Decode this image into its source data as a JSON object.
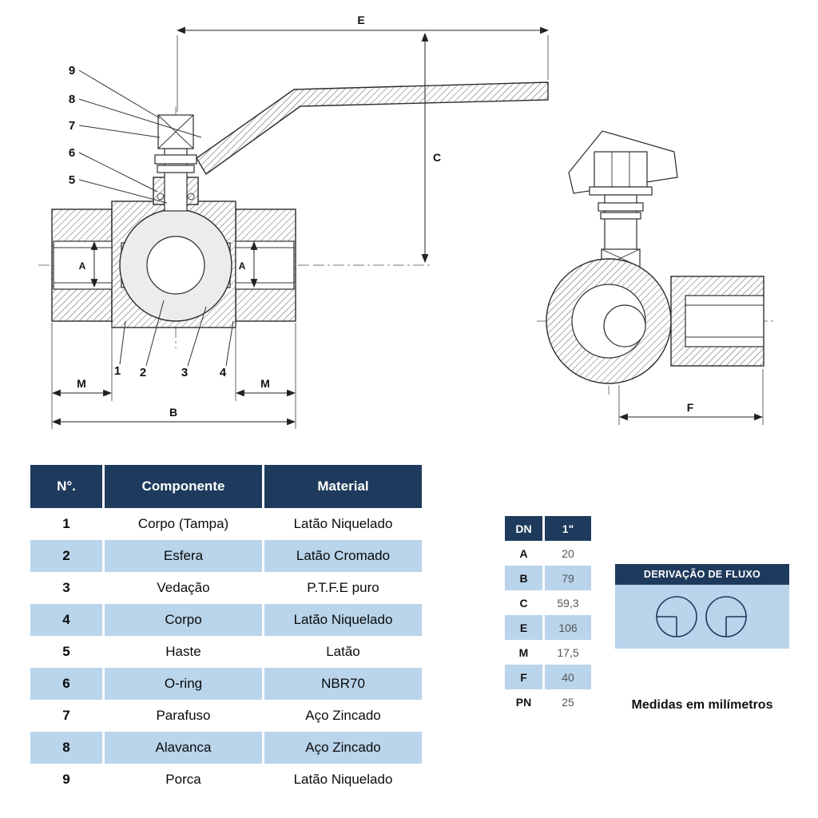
{
  "colors": {
    "header_navy": "#1e3a5c",
    "row_light_blue": "#b9d4eb",
    "line_dark": "#2b2b2b"
  },
  "drawing": {
    "dimension_labels": {
      "e": "E",
      "c": "C",
      "a_left": "A",
      "a_right": "A",
      "m_left": "M",
      "m_right": "M",
      "b": "B",
      "f": "F"
    },
    "part_callouts": {
      "n1": "1",
      "n2": "2",
      "n3": "3",
      "n4": "4",
      "n5": "5",
      "n6": "6",
      "n7": "7",
      "n8": "8",
      "n9": "9"
    }
  },
  "components_table": {
    "headers": {
      "num": "N°.",
      "component": "Componente",
      "material": "Material"
    },
    "rows": [
      {
        "num": "1",
        "component": "Corpo (Tampa)",
        "material": "Latão Niquelado"
      },
      {
        "num": "2",
        "component": "Esfera",
        "material": "Latão Cromado"
      },
      {
        "num": "3",
        "component": "Vedação",
        "material": "P.T.F.E puro"
      },
      {
        "num": "4",
        "component": "Corpo",
        "material": "Latão Niquelado"
      },
      {
        "num": "5",
        "component": "Haste",
        "material": "Latão"
      },
      {
        "num": "6",
        "component": "O-ring",
        "material": "NBR70"
      },
      {
        "num": "7",
        "component": "Parafuso",
        "material": "Aço Zincado"
      },
      {
        "num": "8",
        "component": "Alavanca",
        "material": "Aço Zincado"
      },
      {
        "num": "9",
        "component": "Porca",
        "material": "Latão Niquelado"
      }
    ]
  },
  "dimensions_table": {
    "header": {
      "label": "DN",
      "value": "1\""
    },
    "rows": [
      {
        "label": "A",
        "value": "20"
      },
      {
        "label": "B",
        "value": "79"
      },
      {
        "label": "C",
        "value": "59,3"
      },
      {
        "label": "E",
        "value": "106"
      },
      {
        "label": "M",
        "value": "17,5"
      },
      {
        "label": "F",
        "value": "40"
      },
      {
        "label": "PN",
        "value": "25"
      }
    ]
  },
  "flow_box": {
    "title": "DERIVAÇÃO DE FLUXO"
  },
  "note": "Medidas em milímetros"
}
